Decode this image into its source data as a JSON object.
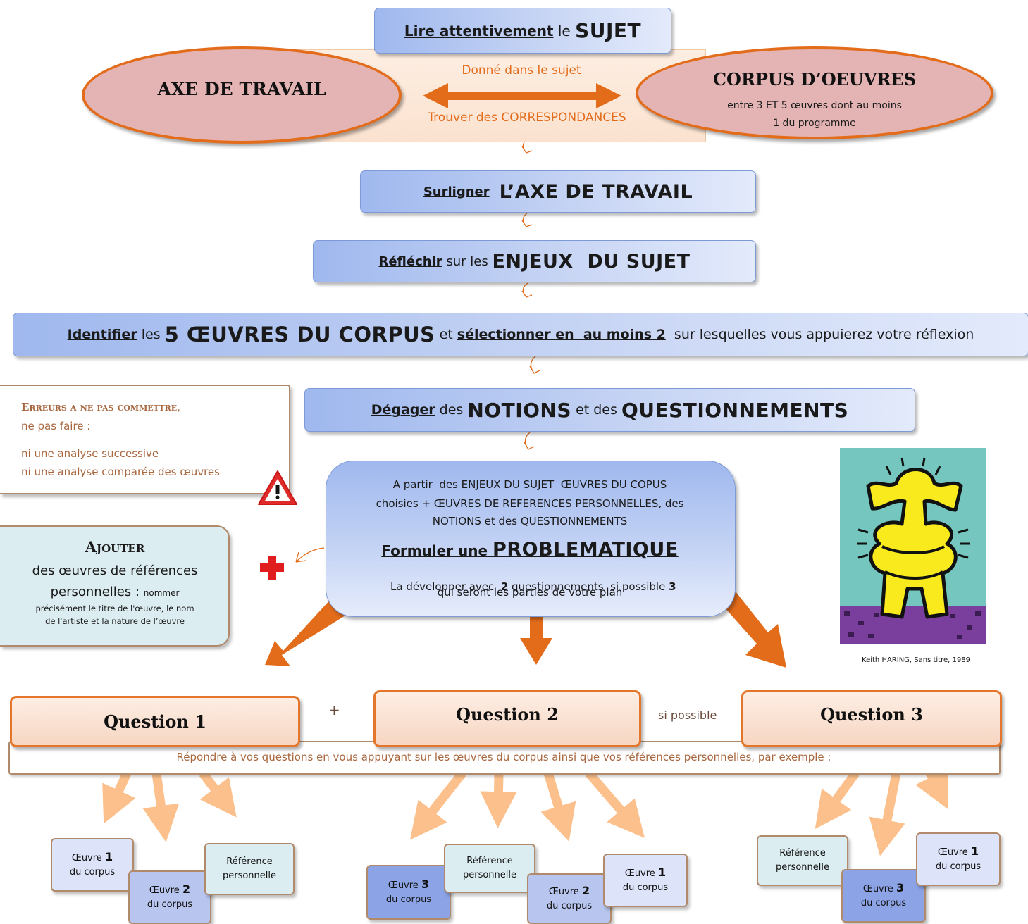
{
  "top": {
    "prefix": "Lire attentivement",
    "mid": " le ",
    "strong": "SUJET"
  },
  "axe": {
    "label": "AXE DE TRAVAIL"
  },
  "corpus": {
    "title": "CORPUS D’OEUVRES",
    "line1": "entre 3 ET 5 œuvres dont au moins",
    "line2": "1 du programme"
  },
  "arrow_labels": {
    "above": "Donné dans le sujet",
    "below": "Trouver des CORRESPONDANCES"
  },
  "step2": {
    "verb": "Surligner",
    "strong": "L’AXE DE TRAVAIL"
  },
  "step3": {
    "verb": "Réfléchir",
    "mid": " sur les ",
    "strong": "ENJEUX  DU SUJET"
  },
  "step4": {
    "verb": "Identifier",
    "mid1": " les ",
    "strong": "5 ŒUVRES DU CORPUS",
    "mid2": " et ",
    "select": "sélectionner en  au moins 2",
    "end": "  sur lesquelles vous appuierez votre réflexion"
  },
  "step5": {
    "verb": "Dégager",
    "mid1": " des ",
    "strong1": "NOTIONS",
    "mid2": " et des ",
    "strong2": "QUESTIONNEMENTS"
  },
  "errors": {
    "title": "Erreurs à ne pas commettre",
    "comma": ",",
    "line1": "ne pas faire :",
    "line2": "ni une analyse successive",
    "line3": "ni une analyse comparée des œuvres"
  },
  "warning_icon": "warning-triangle",
  "add": {
    "title": "Ajouter",
    "line1": "des œuvres de références",
    "line2": "personnelles : ",
    "small1": "nommer",
    "small2": "précisément le titre de l'œuvre, le nom",
    "small3": "de l'artiste et la nature de l’œuvre"
  },
  "plus_icon": "red-plus",
  "center": {
    "line1": "A partir  des ENJEUX DU SUJET  ŒUVRES DU COPUS",
    "line2": "choisies + ŒUVRES DE REFERENCES PERSONNELLES, des",
    "line3": "NOTIONS et des QUESTIONNEMENTS",
    "title_a": "Formuler une ",
    "title_b": "PROBLEMATIQUE",
    "dev_a": "La développer avec  ",
    "dev_b": "2",
    "dev_c": " questionnements  si possible ",
    "dev_d": "3",
    "dev_e": "qui seront les parties de votre plan"
  },
  "artwork_caption": "Keith HARING, Sans titre, 1989",
  "questions": {
    "q1": "Question 1",
    "q2": "Question 2",
    "q3": "Question 3",
    "plus": "+",
    "if_possible": "si possible"
  },
  "answer_bar": "Répondre à vos questions en vous appuyant sur les œuvres du corpus ainsi que vos références personnelles, par exemple :",
  "cards": {
    "oeuvre": "Œuvre ",
    "du_corpus": "du corpus",
    "ref1": "Référence",
    "ref2": "personnelle",
    "n1": "1",
    "n2": "2",
    "n3": "3"
  },
  "colors": {
    "orange": "#e36c1b",
    "blue": "#9fb8ee",
    "pink": "#e4b4b4"
  }
}
